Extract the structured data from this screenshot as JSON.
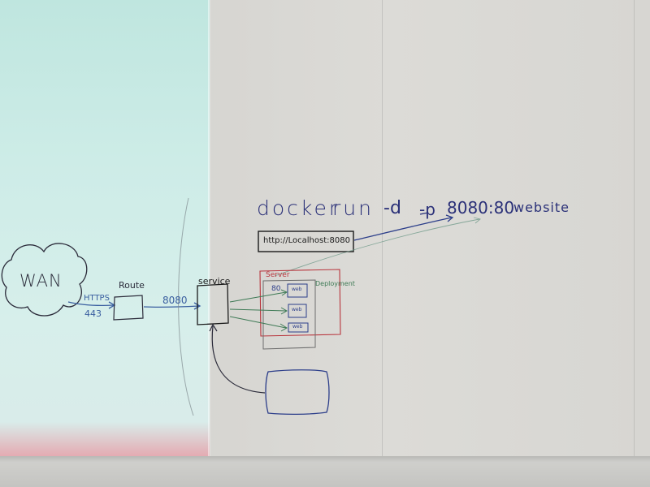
{
  "whiteboard": {
    "command": {
      "docker": "docker",
      "run": "run",
      "detach_flag": "-d",
      "port_flag": "-p",
      "ports": "8080:80",
      "image": "website"
    },
    "url_box": "http://Localhost:8080",
    "cloud_label": "WAN",
    "protocol": "HTTPS",
    "protocol_port": "443",
    "router_label": "Route",
    "router_port": "8080",
    "service_label": "service",
    "server_label": "Server",
    "container_port": "80",
    "deployment_label": "Deployment",
    "pods": [
      "web",
      "web",
      "web"
    ]
  },
  "colors": {
    "blue_marker": "#28307a",
    "red_marker": "#b8343c",
    "green_marker": "#3e7a55",
    "black_marker": "#1a1a1a",
    "projection": "#cdece7",
    "board": "#d9d8d4"
  }
}
